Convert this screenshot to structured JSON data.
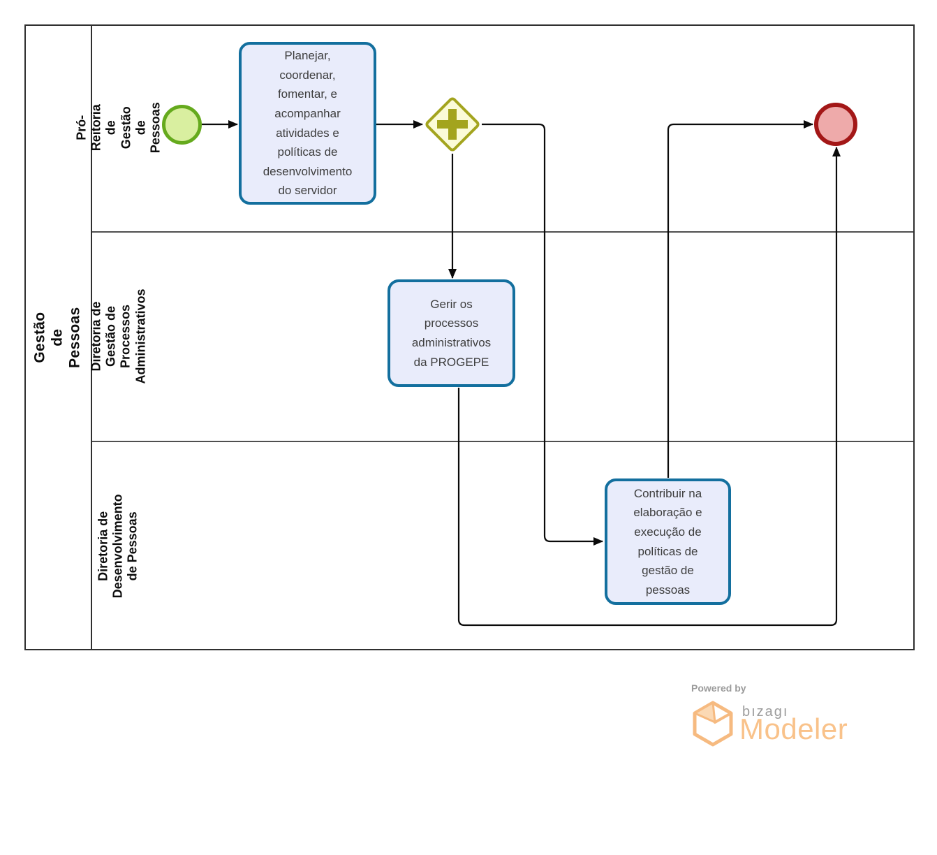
{
  "pool": {
    "title": "Gestão de Pessoas"
  },
  "lanes": [
    {
      "label": "Pró-Reitoria de Gestão de\nPessoas"
    },
    {
      "label": "Diretoria de Gestão de\nProcessos Administrativos"
    },
    {
      "label": "Diretoria de Desenvolvimento\nde Pessoas"
    }
  ],
  "nodes": {
    "start_event": {
      "type": "start-event"
    },
    "task1": {
      "label": "Planejar,\ncoordenar,\nfomentar, e\nacompanhar\natividades e\npolíticas de\ndesenvolvimento\ndo servidor"
    },
    "gateway": {
      "type": "parallel-gateway"
    },
    "task2": {
      "label": "Gerir os\nprocessos\nadministrativos\nda PROGEPE"
    },
    "task3": {
      "label": "Contribuir na\nelaboração e\nexecução de\npolíticas de\ngestão de\npessoas"
    },
    "end_event": {
      "type": "end-event"
    }
  },
  "branding": {
    "powered_by": "Powered by",
    "brand": "bızagı",
    "product": "Modeler"
  },
  "colors": {
    "task_border": "#136f9e",
    "task_fill": "#e9ecfb",
    "start_border": "#65aa1d",
    "start_fill": "#d9efa0",
    "end_border": "#a31717",
    "end_fill": "#eeaaaa",
    "gateway_border": "#a3a41e",
    "gateway_fill": "#fbfbd8",
    "flow_line": "#0a0a0a",
    "pool_border": "#2f2f2f",
    "lane_divider": "#4f4f4f",
    "brand_gray": "#9b9b9b",
    "brand_orange": "#f9c28a"
  }
}
